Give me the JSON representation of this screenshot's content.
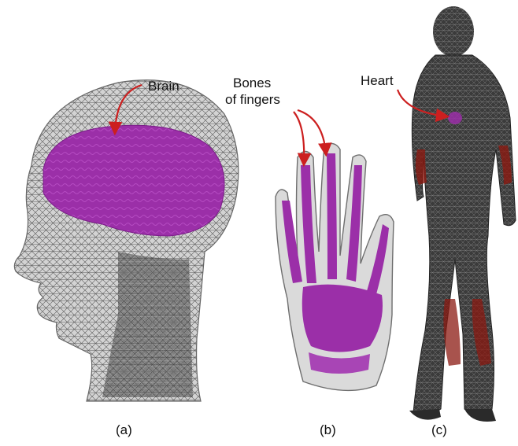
{
  "annotations": {
    "brain": "Brain",
    "bones_line1": "Bones",
    "bones_line2": "of fingers",
    "heart": "Heart"
  },
  "captions": {
    "a": "(a)",
    "b": "(b)",
    "c": "(c)"
  },
  "colors": {
    "organ": "#9b2fa8",
    "mesh": "#3a3a3a",
    "arrow": "#cc1f1f",
    "muscle": "#8b1a12"
  }
}
